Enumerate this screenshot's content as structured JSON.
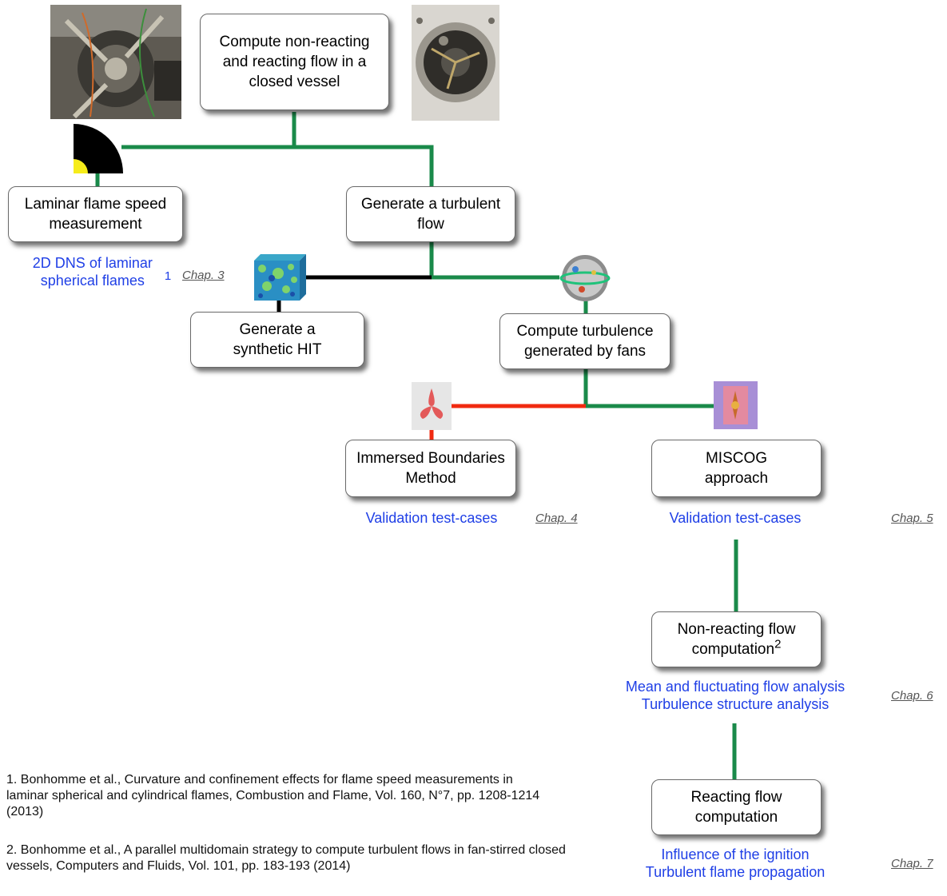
{
  "boxes": {
    "root": "Compute non-reacting and reacting flow in a closed vessel",
    "laminar": "Laminar flame speed measurement",
    "turbulent": "Generate a turbulent flow",
    "synthetic": "Generate a synthetic HIT",
    "fans": "Compute turbulence generated by fans",
    "immersed": "Immersed Boundaries Method",
    "miscog": "MISCOG approach",
    "nonreacting": "Non-reacting flow computation",
    "nonreacting_sup": "2",
    "reacting": "Reacting flow computation"
  },
  "notes": {
    "dns": "2D DNS of laminar spherical flames",
    "dns_sup": "1",
    "validation_ibm": "Validation test-cases",
    "validation_miscog": "Validation test-cases",
    "mean_flow": "Mean and fluctuating flow analysis",
    "turb_structure": "Turbulence structure analysis",
    "ignition": "Influence of the ignition",
    "propagation": "Turbulent flame propagation"
  },
  "chapters": {
    "c3": "Chap. 3",
    "c4": "Chap. 4",
    "c5": "Chap. 5",
    "c6": "Chap. 6",
    "c7": "Chap. 7"
  },
  "references": [
    "1. Bonhomme et al., Curvature and confinement effects for flame speed measurements in laminar spherical and cylindrical flames, Combustion and Flame, Vol. 160, N°7, pp. 1208-1214 (2013)",
    "2. Bonhomme et al., A parallel multidomain strategy to compute turbulent flows in fan-stirred closed vessels, Computers and Fluids, Vol. 101, pp. 183-193 (2014)"
  ],
  "colors": {
    "green_link": "#1a8a4a",
    "black_link": "#000000",
    "red_link": "#f02a10",
    "note_blue": "#1f3fe6"
  }
}
